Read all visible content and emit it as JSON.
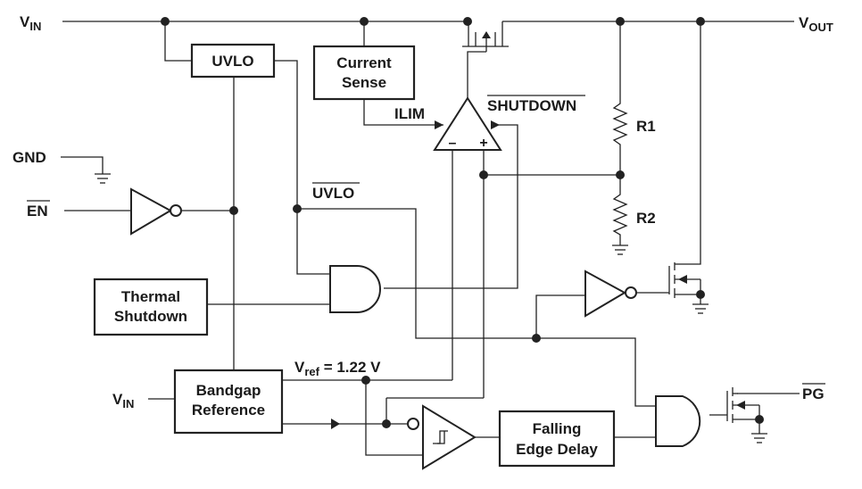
{
  "terminals": {
    "vin_top": {
      "main": "V",
      "sub": "IN"
    },
    "vout": {
      "main": "V",
      "sub": "OUT"
    },
    "gnd": "GND",
    "en": "EN",
    "vin_bottom": {
      "main": "V",
      "sub": "IN"
    },
    "pg": "PG"
  },
  "blocks": {
    "uvlo": "UVLO",
    "current_sense": [
      "Current",
      "Sense"
    ],
    "thermal_shutdown": [
      "Thermal",
      "Shutdown"
    ],
    "bandgap_reference": [
      "Bandgap",
      "Reference"
    ],
    "falling_edge_delay": [
      "Falling",
      "Edge Delay"
    ]
  },
  "labels": {
    "ilim": "ILIM",
    "shutdown_bar": "SHUTDOWN",
    "uvlo_bar": "UVLO",
    "r1": "R1",
    "r2": "R2",
    "vref": {
      "main": "V",
      "sub": "ref",
      "value": " = 1.22 V"
    },
    "amp_minus": "–",
    "amp_plus": "+"
  }
}
